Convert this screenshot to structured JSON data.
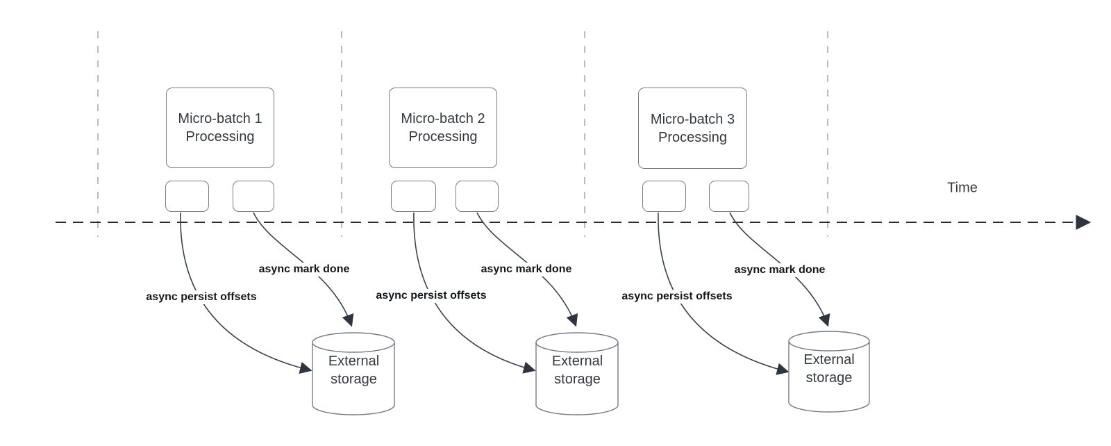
{
  "timeline": {
    "label": "Time"
  },
  "colors": {
    "timeline_axis": "#262b33",
    "gridline": "#a6a6a6",
    "node_border": "#767b84",
    "node_text": "#33393f",
    "edge": "#3a414b",
    "edge_label_text": "#14171a"
  },
  "groups": [
    {
      "box_line1": "Micro-batch 1",
      "box_line2": "Processing",
      "persist_label": "async persist offsets",
      "mark_label": "async mark done",
      "storage_line1": "External",
      "storage_line2": "storage"
    },
    {
      "box_line1": "Micro-batch 2",
      "box_line2": "Processing",
      "persist_label": "async persist offsets",
      "mark_label": "async mark done",
      "storage_line1": "External",
      "storage_line2": "storage"
    },
    {
      "box_line1": "Micro-batch 3",
      "box_line2": "Processing",
      "persist_label": "async persist offsets",
      "mark_label": "async mark done",
      "storage_line1": "External",
      "storage_line2": "storage"
    }
  ]
}
